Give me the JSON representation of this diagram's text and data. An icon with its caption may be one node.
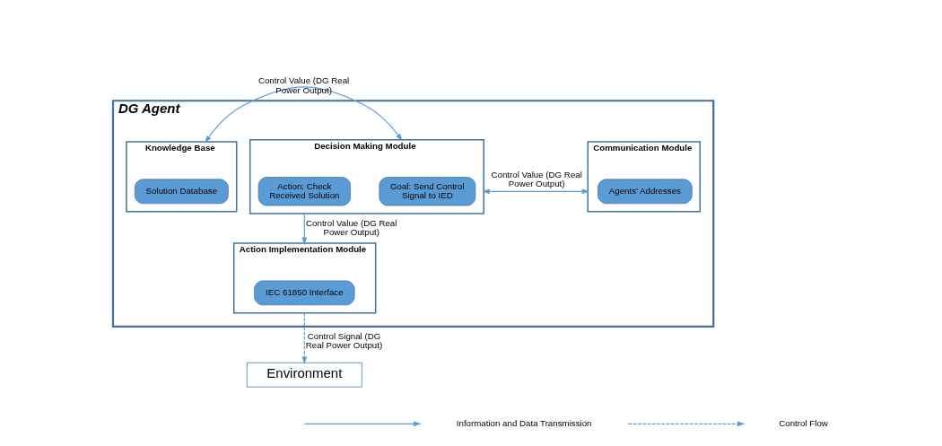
{
  "diagram": {
    "nodes": [
      {
        "text": [
          "DG Agent"
        ]
      },
      {
        "text": [
          "Communication Module"
        ],
        "in": 0
      },
      {
        "text": [
          "Agents’ Addresses"
        ],
        "in": 1
      },
      {
        "text": [
          "Decision Making Module"
        ],
        "in": 0
      },
      {
        "text": [
          "Goal: Send Control Signal to IED"
        ],
        "in": 3
      },
      {
        "text": [
          "Action: Check Received Solution"
        ],
        "in": 3
      },
      {
        "text": [
          "Knowledge Base"
        ],
        "in": 0
      },
      {
        "text": [
          "Solution Database"
        ],
        "in": 6
      },
      {
        "text": [
          "Action Implementation Module"
        ],
        "in": 0
      },
      {
        "text": [
          "IEC 61850 Interface"
        ],
        "in": 8
      },
      {
        "text": [
          "Environment"
        ]
      }
    ],
    "edges": [
      {
        "from": 2,
        "to": 4,
        "arrow": "both",
        "label": "Control Value (DG Real Power Output)"
      },
      {
        "from": 4,
        "to": 7,
        "arrow": "both",
        "label": "Control Value (DG Real Power Output)"
      },
      {
        "from": 5,
        "to": 9,
        "arrow": "to",
        "label": "Control Value (DG Real Power Output)"
      },
      {
        "from": 9,
        "to": 10,
        "arrow": "to",
        "style": "dashed",
        "label": "Control Signal (DG Real Power Output)"
      }
    ],
    "legend": [
      {
        "text": "Information and Data Transmission"
      },
      {
        "text": "Control Flow"
      }
    ]
  }
}
